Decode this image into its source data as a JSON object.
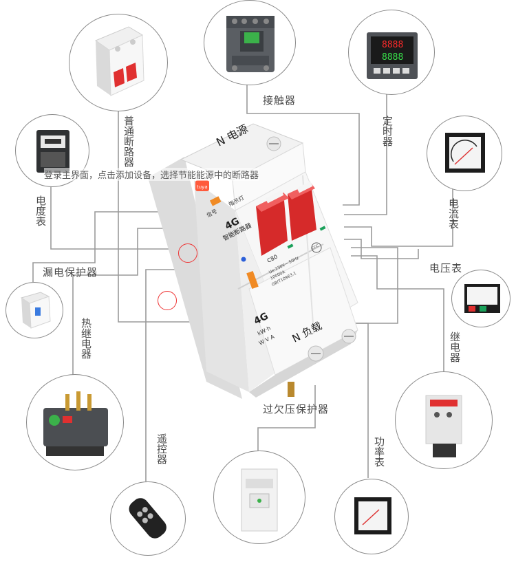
{
  "labels": {
    "contactor": "接触器",
    "timer": "定时器",
    "breaker": "普通断路器",
    "meter": "电度表",
    "ammeter": "电流表",
    "voltmeter": "电压表",
    "rcd": "漏电保护器",
    "thermal": "热继电器",
    "relay": "继电器",
    "remote": "遥控器",
    "ovuv": "过欠压保护器",
    "power": "功率表"
  },
  "overlay_text": "登录主界面，点击添加设备，选择节能能源中的断路器",
  "device": {
    "top_terminal": "N 电源",
    "bottom_terminal": "N 负载",
    "brand_4g": "4G",
    "product_name": "智能断路器",
    "model": "C80",
    "spec": "Ue:230V~ 50Hz",
    "spec2": "10000A",
    "standard": "GB/T10963.1",
    "signal_label": "信号",
    "indicator_label": "指示灯",
    "kwh": "kW·h",
    "wv": "W V A",
    "cert": "CCC",
    "logo_text": "tuya"
  },
  "timer_digits": {
    "top": "8888",
    "bottom": "8888"
  },
  "colors": {
    "accent_red": "#d62a2a",
    "line_gray": "#9a9a9a",
    "text": "#4a4a4a",
    "orange": "#f08a24"
  }
}
